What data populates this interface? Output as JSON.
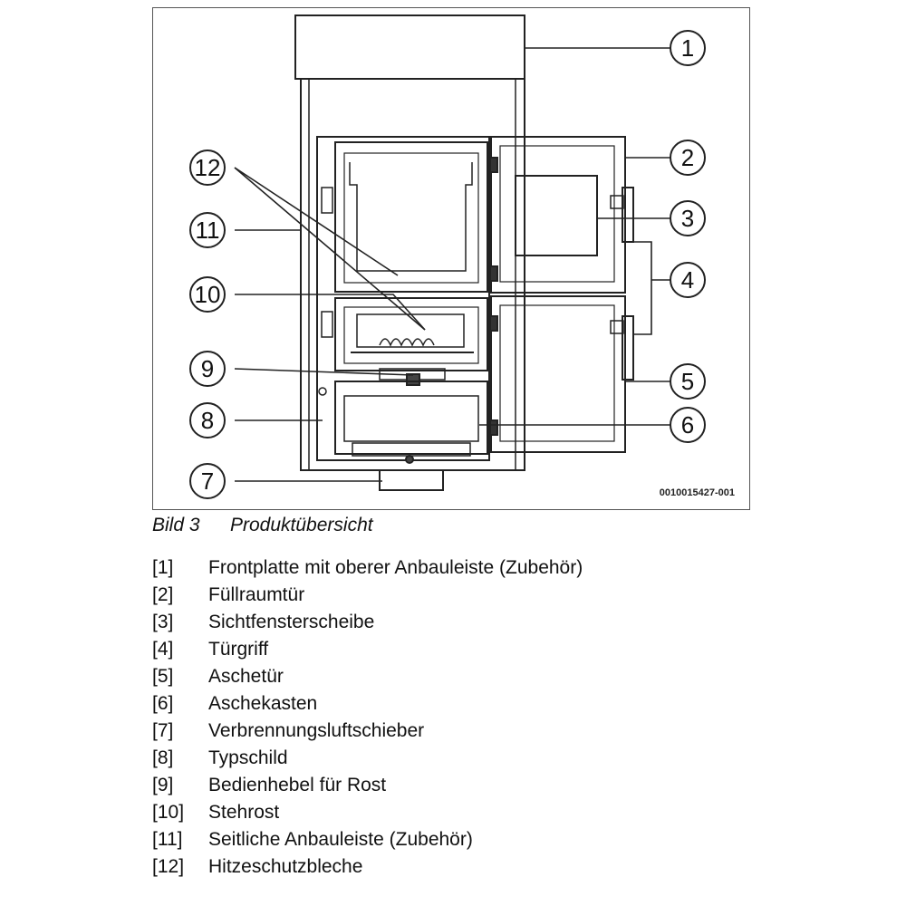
{
  "figure": {
    "reference_code": "0010015427-001",
    "callouts": [
      "1",
      "2",
      "3",
      "4",
      "5",
      "6",
      "7",
      "8",
      "9",
      "10",
      "11",
      "12"
    ]
  },
  "caption": {
    "number": "Bild 3",
    "title": "Produktübersicht"
  },
  "legend": [
    {
      "num": "[1]",
      "text": "Frontplatte mit oberer Anbauleiste (Zubehör)"
    },
    {
      "num": "[2]",
      "text": "Füllraumtür"
    },
    {
      "num": "[3]",
      "text": "Sichtfensterscheibe"
    },
    {
      "num": "[4]",
      "text": "Türgriff"
    },
    {
      "num": "[5]",
      "text": "Aschetür"
    },
    {
      "num": "[6]",
      "text": "Aschekasten"
    },
    {
      "num": "[7]",
      "text": "Verbrennungsluftschieber"
    },
    {
      "num": "[8]",
      "text": "Typschild"
    },
    {
      "num": "[9]",
      "text": "Bedienhebel für Rost"
    },
    {
      "num": "[10]",
      "text": "Stehrost"
    },
    {
      "num": "[11]",
      "text": "Seitliche Anbauleiste (Zubehör)"
    },
    {
      "num": "[12]",
      "text": "Hitzeschutzbleche"
    }
  ]
}
